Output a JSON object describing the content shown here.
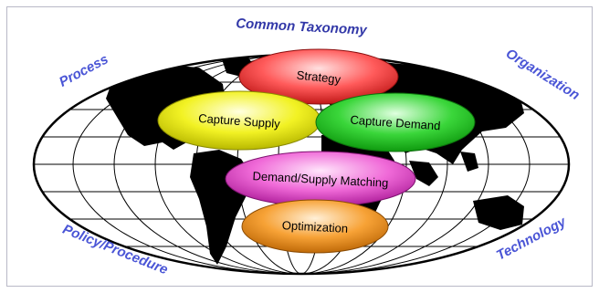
{
  "title": "Common Taxonomy",
  "corners": {
    "top_left": "Process",
    "top_right": "Organization",
    "bottom_left": "Policy/Procedure",
    "bottom_right": "Technology"
  },
  "nodes": {
    "strategy": "Strategy",
    "capture_supply": "Capture Supply",
    "capture_demand": "Capture Demand",
    "matching": "Demand/Supply Matching",
    "optimization": "Optimization"
  },
  "colors": {
    "frame": "#b9b9c7",
    "label": "#4a55d6",
    "strategy": "#ff5a5a",
    "capture_supply": "#f2f224",
    "capture_demand": "#3ad63a",
    "matching": "#f06ad8",
    "optimization": "#f7a236"
  }
}
